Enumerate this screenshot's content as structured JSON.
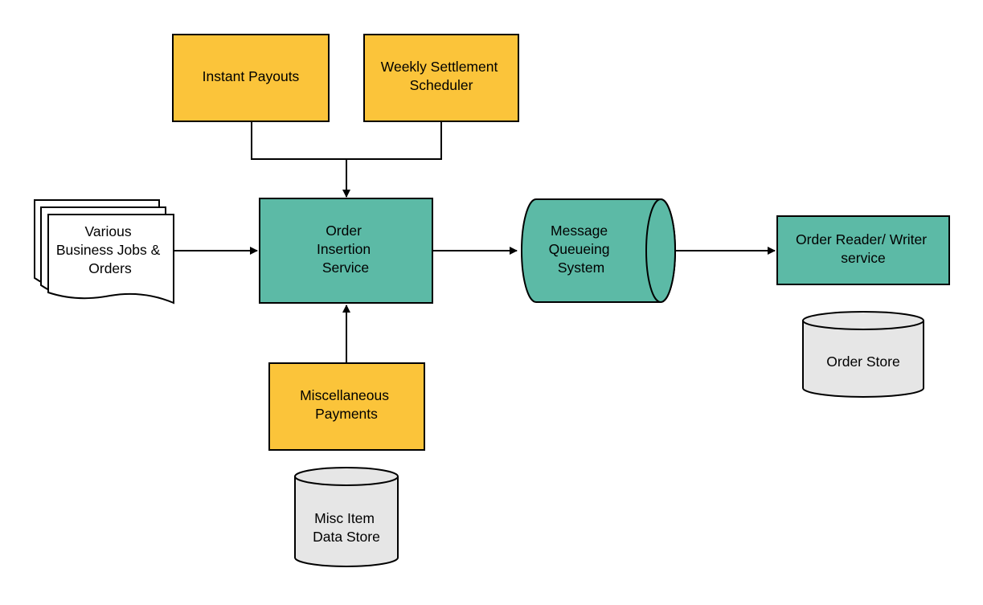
{
  "colors": {
    "yellow_box": "#fbc43a",
    "teal_box": "#5cbaa6",
    "store_fill": "#e6e6e6",
    "document_fill": "#ffffff",
    "stroke": "#000000"
  },
  "nodes": {
    "instant_payouts": {
      "lines": [
        "Instant Payouts"
      ],
      "shape": "rectangle"
    },
    "weekly_settlement": {
      "lines": [
        "Weekly Settlement",
        "Scheduler"
      ],
      "shape": "rectangle"
    },
    "business_jobs": {
      "lines": [
        "Various",
        "Business Jobs &",
        "Orders"
      ],
      "shape": "multi-document"
    },
    "order_insertion": {
      "lines": [
        "Order",
        "Insertion",
        "Service"
      ],
      "shape": "rectangle"
    },
    "message_queue": {
      "lines": [
        "Message",
        "Queueing",
        "System"
      ],
      "shape": "horizontal-cylinder"
    },
    "order_reader_writer": {
      "lines": [
        "Order Reader/ Writer",
        "service"
      ],
      "shape": "rectangle"
    },
    "order_store": {
      "lines": [
        "Order Store"
      ],
      "shape": "database"
    },
    "misc_payments": {
      "lines": [
        "Miscellaneous",
        "Payments"
      ],
      "shape": "rectangle"
    },
    "misc_data_store": {
      "lines": [
        "Misc Item",
        "Data Store"
      ],
      "shape": "database"
    }
  },
  "edges": [
    {
      "from": "instant_payouts",
      "to": "order_insertion"
    },
    {
      "from": "weekly_settlement",
      "to": "order_insertion"
    },
    {
      "from": "business_jobs",
      "to": "order_insertion"
    },
    {
      "from": "misc_payments",
      "to": "order_insertion"
    },
    {
      "from": "order_insertion",
      "to": "message_queue"
    },
    {
      "from": "message_queue",
      "to": "order_reader_writer"
    }
  ]
}
